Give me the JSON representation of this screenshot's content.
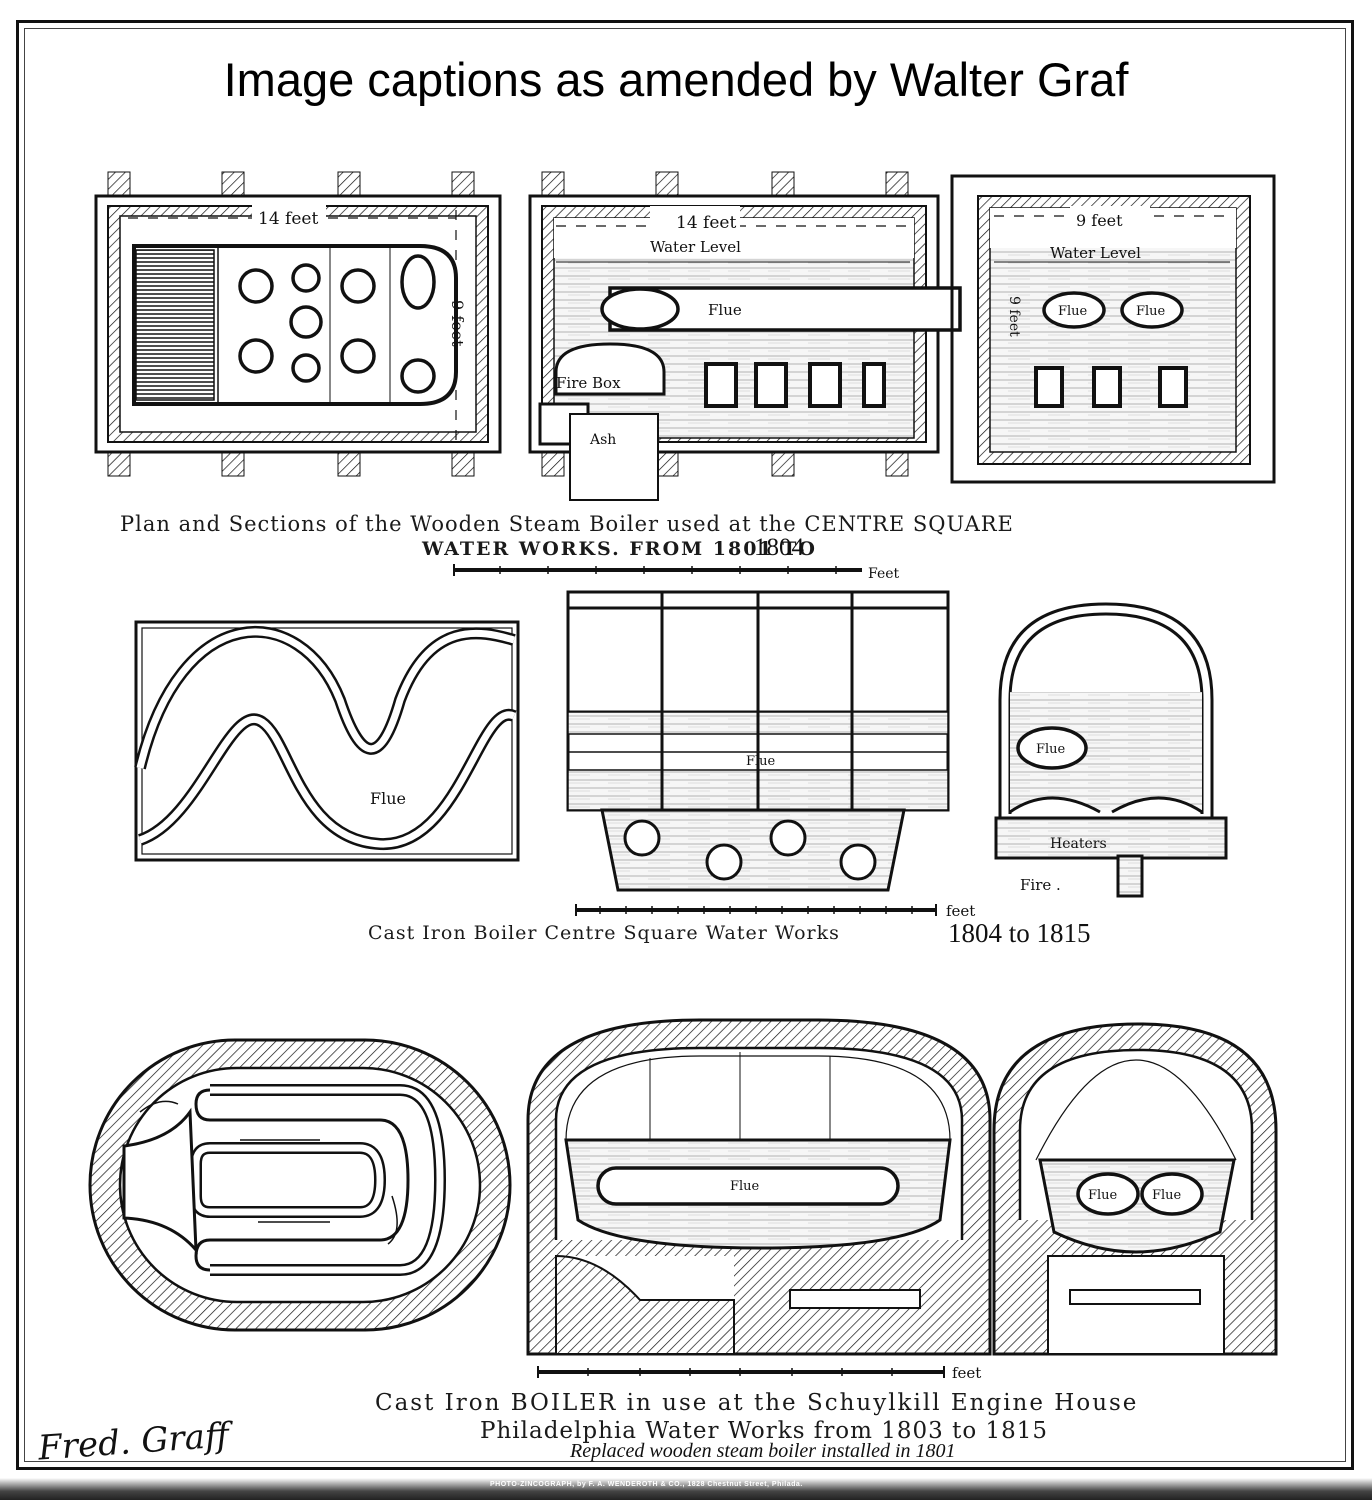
{
  "page": {
    "title": "Image captions as amended by Walter Graf"
  },
  "row1": {
    "caption_line1": "Plan and Sections of the Wooden Steam Boiler used at the CENTRE SQUARE",
    "caption_line2": "WATER WORKS. FROM 1801 TO",
    "caption_year": "1804",
    "scale_unit": "Feet",
    "plan": {
      "length_label": "14 feet",
      "width_label": "9 feet"
    },
    "long_section": {
      "length_label": "14 feet",
      "water_label": "Water Level",
      "flue_label": "Flue",
      "firebox_label": "Fire Box",
      "ash_label": "Ash"
    },
    "cross_section": {
      "width_label": "9 feet",
      "height_label": "9 feet",
      "water_label": "Water Level",
      "flue_label": "Flue"
    }
  },
  "row2": {
    "caption_main": "Cast Iron Boiler   Centre Square Water Works",
    "caption_years": "1804 to 1815",
    "scale_unit": "feet",
    "plan_flue_label": "Flue",
    "section_flue_label": "Flue",
    "cross": {
      "flue_label": "Flue",
      "heaters_label": "Heaters",
      "fire_label": "Fire ."
    }
  },
  "row3": {
    "caption_line1": "Cast Iron BOILER in use at the Schuylkill Engine House",
    "caption_line2": "Philadelphia Water Works from 1803 to 1815",
    "caption_line3": "Replaced wooden steam boiler installed in 1801",
    "scale_unit": "feet",
    "section_flue_label": "Flue",
    "cross_flue_left": "Flue",
    "cross_flue_right": "Flue"
  },
  "signature": "Fred. Graff",
  "imprint": "PHOTO-ZINCOGRAPH, by F. A. WENDEROTH & CO., 1828 Chestnut Street, Philada."
}
